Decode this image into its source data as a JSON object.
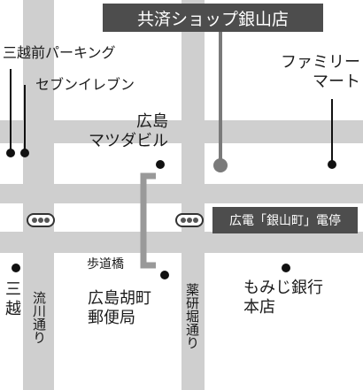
{
  "destination": {
    "name": "共済ショップ銀山店"
  },
  "landmarks": {
    "mitsukoshi_parking": "三越前パーキング",
    "seven_eleven": "セブンイレブン",
    "family_mart": "ファミリー\nマート",
    "mazda_building": "広島\nマツダビル",
    "hodobashi": "歩道橋",
    "post_office": "広島胡町\n郵便局",
    "mitsukoshi": "三\n越",
    "momiji_bank": "もみじ銀行\n本店"
  },
  "streets": {
    "nagarekawa": "流川通り",
    "yagenbori": "薬研堀通り"
  },
  "tram_stop": {
    "label": "広電「銀山町」電停"
  },
  "colors": {
    "road": "#cfcfcf",
    "label_box": "#4d4d4d",
    "route_line": "#7a7a7a",
    "marker": "#111111",
    "bridge": "#999999"
  }
}
